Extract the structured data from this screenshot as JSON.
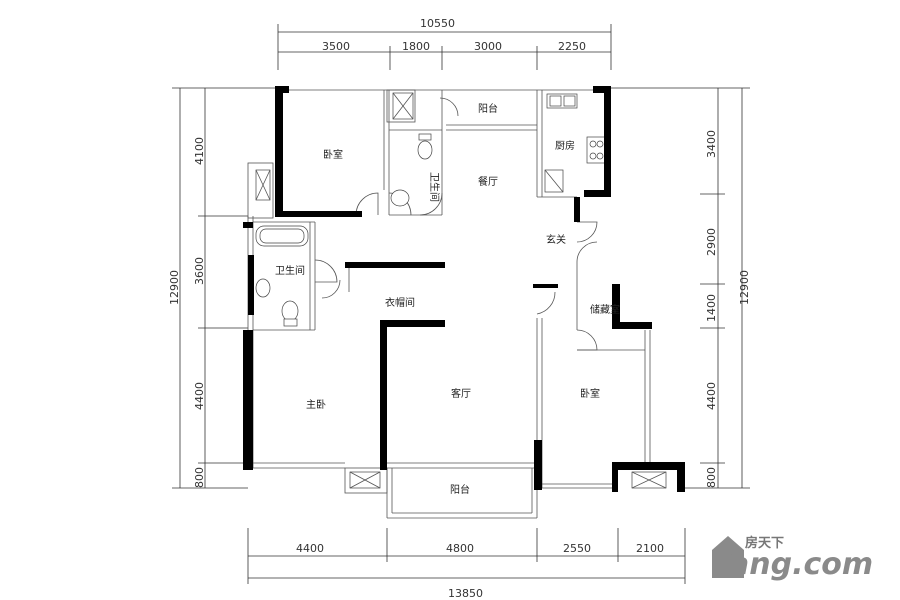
{
  "dimensions": {
    "top_total": "10550",
    "top_segments": [
      "3500",
      "1800",
      "3000",
      "2250"
    ],
    "bottom_total": "13850",
    "bottom_segments": [
      "4400",
      "4800",
      "2550",
      "2100"
    ],
    "left_total": "12900",
    "left_segments": [
      "4100",
      "3600",
      "4400",
      "800"
    ],
    "right_total": "12900",
    "right_segments": [
      "3400",
      "2900",
      "1400",
      "4400",
      "800"
    ]
  },
  "rooms": {
    "bedroom_nw": "卧室",
    "balcony_n": "阳台",
    "bath_n": "卫生间",
    "kitchen": "厨房",
    "dining": "餐厅",
    "entrance": "玄关",
    "bath_w": "卫生间",
    "closet": "衣帽间",
    "storage": "储藏室",
    "master_bedroom": "主卧",
    "living_room": "客厅",
    "bedroom_se": "卧室",
    "balcony_s": "阳台"
  },
  "watermark": {
    "cn": "房天下",
    "en": "Fang.com"
  }
}
